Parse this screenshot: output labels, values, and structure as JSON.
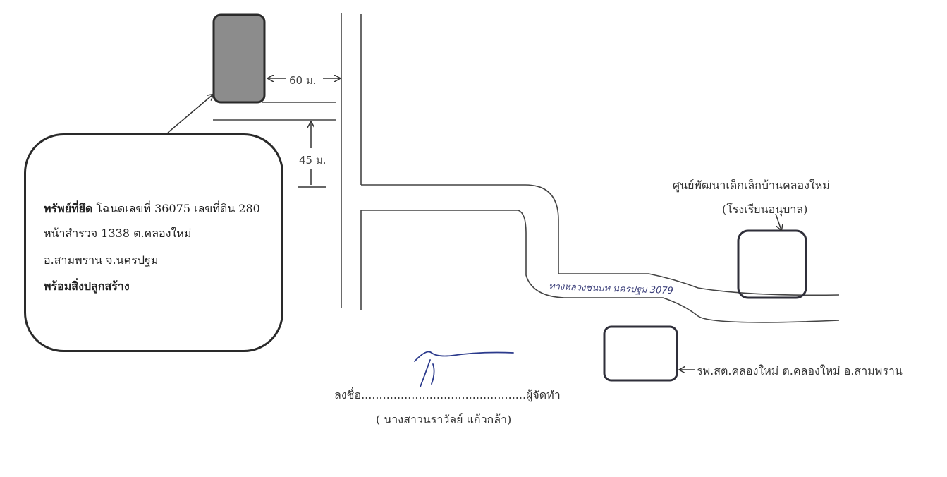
{
  "colors": {
    "line": "#3a3a3a",
    "property_fill": "#8c8c8c",
    "box_stroke": "#2f2f3a",
    "signature": "#2b3a8c"
  },
  "distances": {
    "north": "60 ม.",
    "south": "45 ม."
  },
  "property_info": {
    "title": "ทรัพย์ที่ยึด",
    "line1_rest": " โฉนดเลขที่ 36075 เลขที่ดิน 280",
    "line2": "หน้าสำรวจ 1338 ต.คลองใหม่",
    "line3": "อ.สามพราน จ.นครปฐม",
    "line4": "พร้อมสิ่งปลูกสร้าง"
  },
  "landmarks": {
    "childcare_line1": "ศูนย์พัฒนาเด็กเล็กบ้านคลองใหม่",
    "childcare_line2": "(โรงเรียนอนุบาล)",
    "hospital": "รพ.สต.คลองใหม่ ต.คลองใหม่ อ.สามพราน"
  },
  "road_name": "ทางหลวงชนบท นครปฐม 3079",
  "signature_block": {
    "sign_line": "ลงชื่อ..............................................ผู้จัดทำ",
    "name": "( นางสาวนราวัลย์ แก้วกล้า)"
  }
}
